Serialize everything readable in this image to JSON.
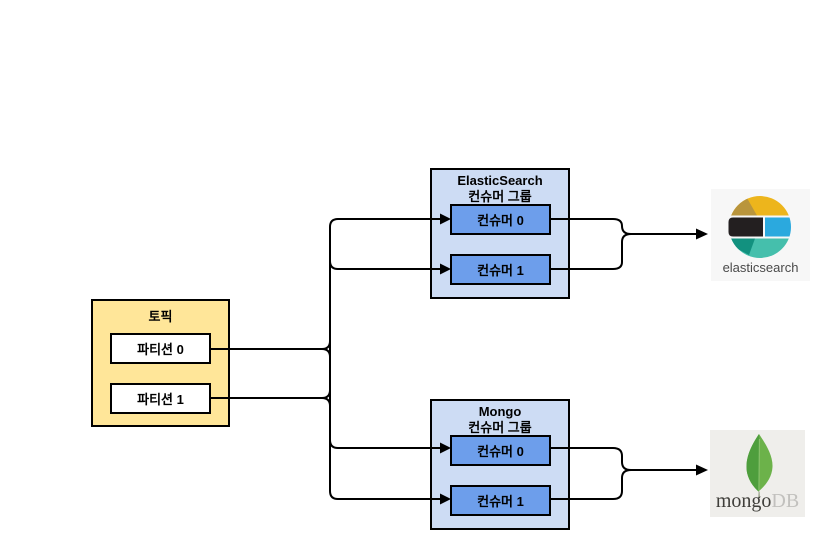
{
  "topic": {
    "title": "토픽",
    "partitions": [
      {
        "label": "파티션 0"
      },
      {
        "label": "파티션 1"
      }
    ]
  },
  "groups": [
    {
      "title": "ElasticSearch",
      "subtitle": "컨슈머 그룹",
      "consumers": [
        {
          "label": "컨슈머 0"
        },
        {
          "label": "컨슈머 1"
        }
      ]
    },
    {
      "title": "Mongo",
      "subtitle": "컨슈머 그룹",
      "consumers": [
        {
          "label": "컨슈머 0"
        },
        {
          "label": "컨슈머 1"
        }
      ]
    }
  ],
  "sinks": [
    {
      "name": "elasticsearch",
      "label": "elasticsearch"
    },
    {
      "name": "mongodb",
      "label_primary": "mongo",
      "label_secondary": "DB"
    }
  ],
  "connections": [
    {
      "from": "토픽 파티션",
      "to": "ElasticSearch 컨슈머 그룹"
    },
    {
      "from": "토픽 파티션",
      "to": "Mongo 컨슈머 그룹"
    },
    {
      "from": "ElasticSearch 컨슈머 그룹",
      "to": "elasticsearch"
    },
    {
      "from": "Mongo 컨슈머 그룹",
      "to": "mongoDB"
    }
  ],
  "colors": {
    "topic_fill": "#FFE699",
    "partition_fill": "#FFFFFF",
    "group_fill": "#CDDCF4",
    "consumer_fill": "#6D9EEB",
    "connector": "#000000",
    "es_logo": {
      "yellow": "#EDB51C",
      "olive": "#B9953C",
      "black": "#231F20",
      "blue": "#2BA9DE",
      "teal": "#45BFAC",
      "teal_dark": "#12917F",
      "text": "#4A4A4A",
      "bg": "#F7F7F7"
    },
    "mongo_logo": {
      "green_dark": "#4E9E3D",
      "green_light": "#6CB24A",
      "stem": "#9AA38B",
      "text_dark": "#3F3E3A",
      "text_light": "#C2C1BE",
      "bg": "#EFEEEB"
    }
  }
}
